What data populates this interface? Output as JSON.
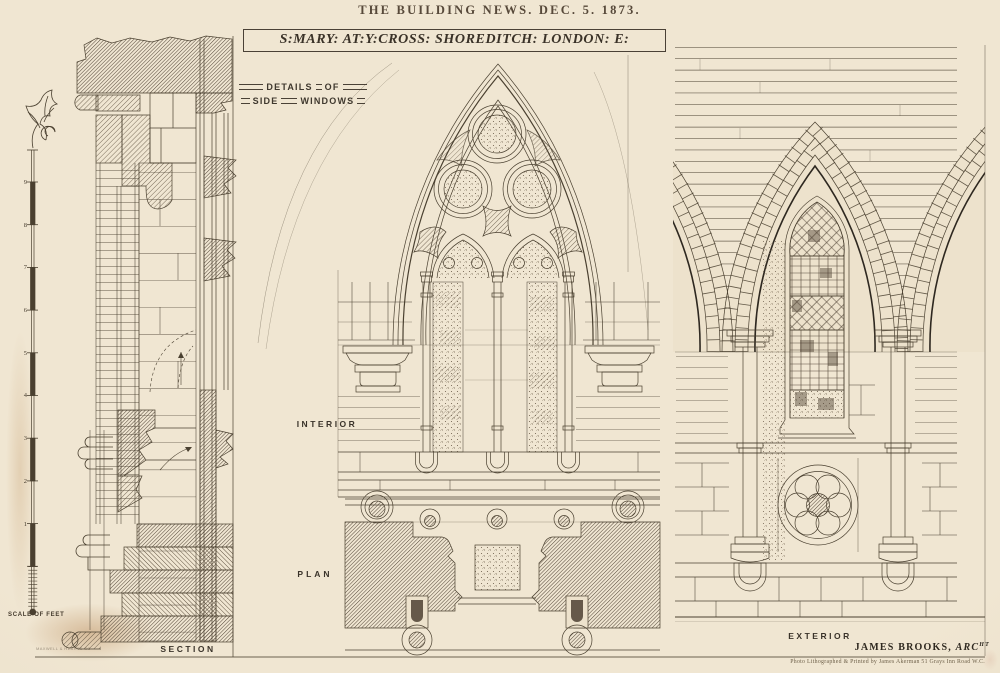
{
  "plate": {
    "masthead": "THE BUILDING NEWS. DEC. 5. 1873.",
    "title": "S:MARY: AT:Y:CROSS: SHOREDITCH: LONDON: E:",
    "legend": {
      "word1": "DETAILS",
      "word2": "OF",
      "word3": "SIDE",
      "word4": "WINDOWS"
    },
    "views": {
      "section": "SECTION",
      "interior": "INTERIOR",
      "plan": "PLAN",
      "exterior": "EXTERIOR"
    },
    "scale": {
      "caption": "SCALE OF FEET",
      "feet": [
        "9",
        "8",
        "7",
        "6",
        "5",
        "4",
        "3",
        "2",
        "1"
      ]
    },
    "credits": {
      "architect_name": "JAMES BROOKS,",
      "architect_abbr": "ARC",
      "architect_sup": "HT",
      "imprint": "Photo Lithographed & Printed by James Akerman 51 Grays Inn Road W.C.",
      "engraver_mark": "MAXWELL & HEARTS SC"
    },
    "colors": {
      "paper": "#ece1cb",
      "ink": "#4a4030",
      "ink_dark": "#2e2820",
      "stain": "#ba8c5c"
    }
  }
}
